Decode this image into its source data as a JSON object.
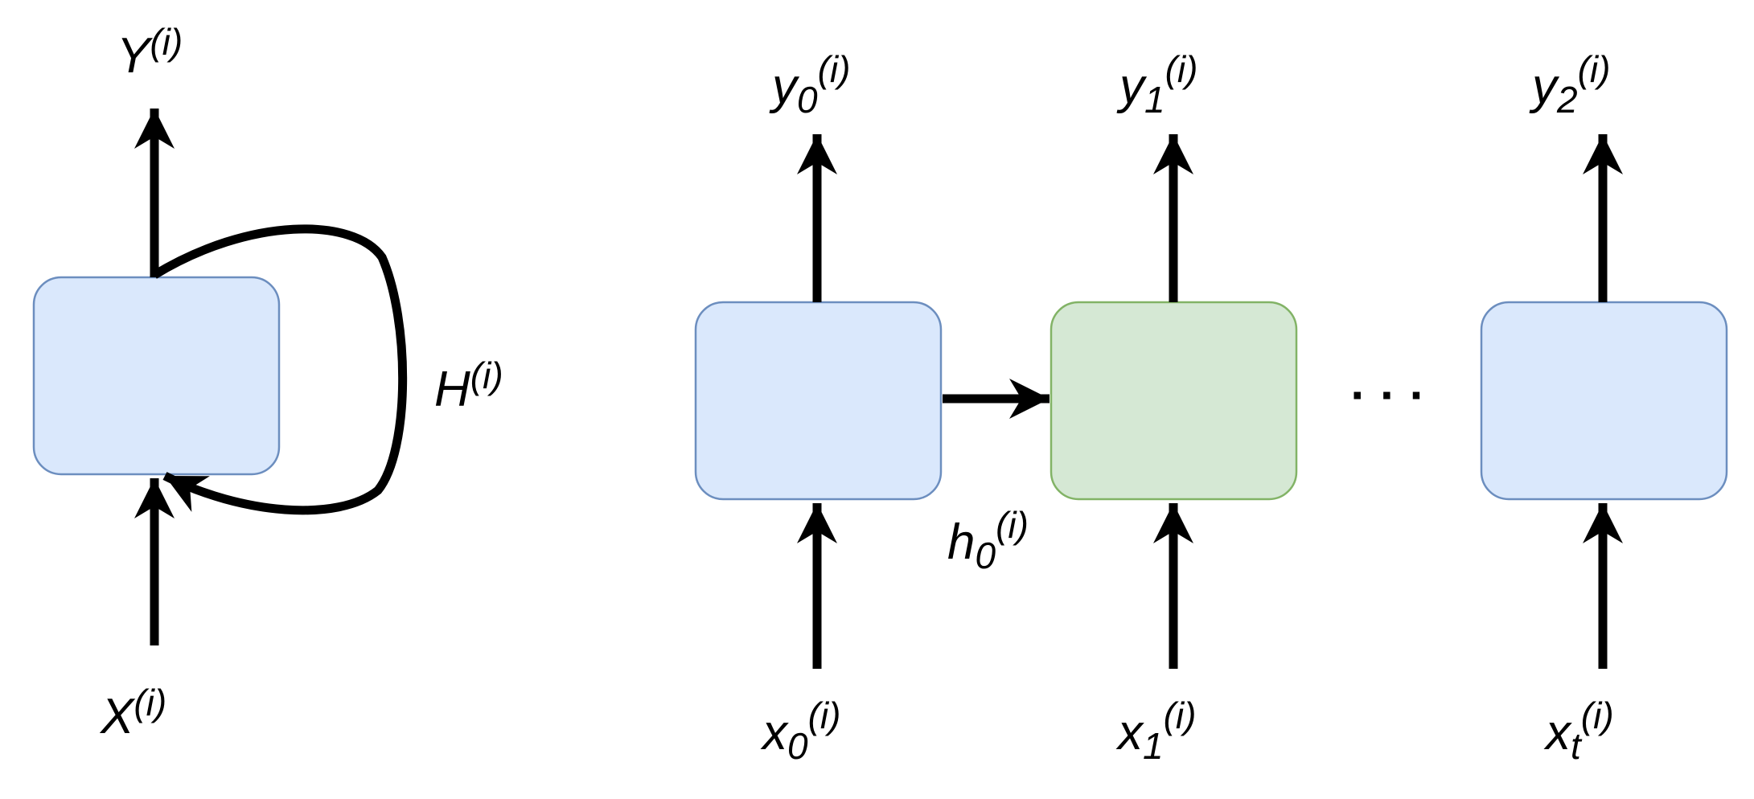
{
  "colors": {
    "cell_fill": "#dae8fc",
    "cell_stroke": "#6c8ebf",
    "highlight_fill": "#d5e8d4",
    "highlight_stroke": "#82b366",
    "arrow": "#000000"
  },
  "rolled": {
    "output": {
      "base": "Y",
      "sup": "(i)"
    },
    "hidden": {
      "base": "H",
      "sup": "(i)"
    },
    "input": {
      "base": "X",
      "sup": "(i)"
    }
  },
  "unrolled": {
    "outputs": [
      {
        "base": "y",
        "sub": "0",
        "sup": "(i)"
      },
      {
        "base": "y",
        "sub": "1",
        "sup": "(i)"
      },
      {
        "base": "y",
        "sub": "2",
        "sup": "(i)"
      }
    ],
    "inputs": [
      {
        "base": "x",
        "sub": "0",
        "sup": "(i)"
      },
      {
        "base": "x",
        "sub": "1",
        "sup": "(i)"
      },
      {
        "base": "x",
        "sub": "t",
        "sup": "(i)"
      }
    ],
    "hidden": {
      "base": "h",
      "sub": "0",
      "sup": "(i)"
    },
    "ellipsis": "· · ·"
  }
}
